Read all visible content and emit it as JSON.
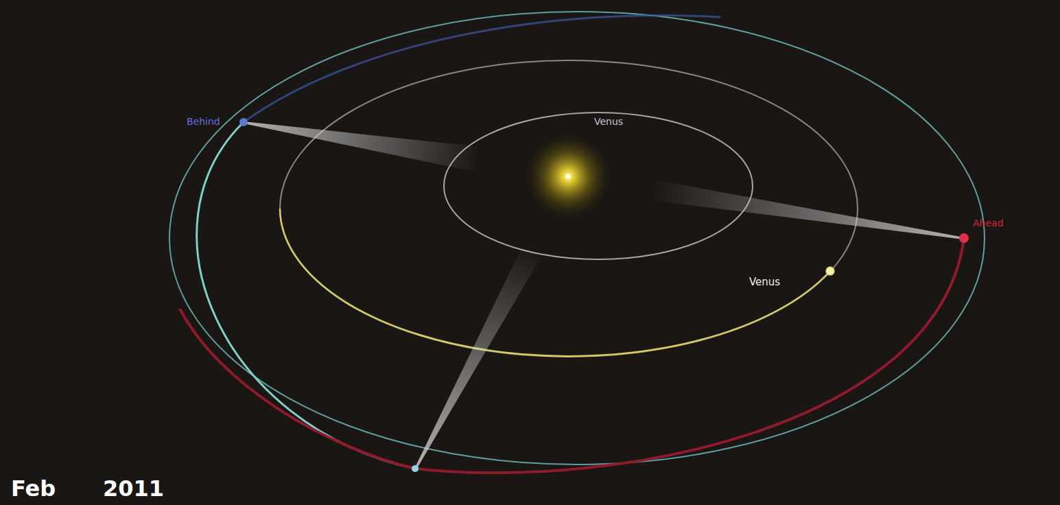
{
  "diagram": {
    "labels": [
      "Behind",
      "Venus",
      "Venus",
      "Ahead",
      "Feb",
      "2011"
    ]
  }
}
